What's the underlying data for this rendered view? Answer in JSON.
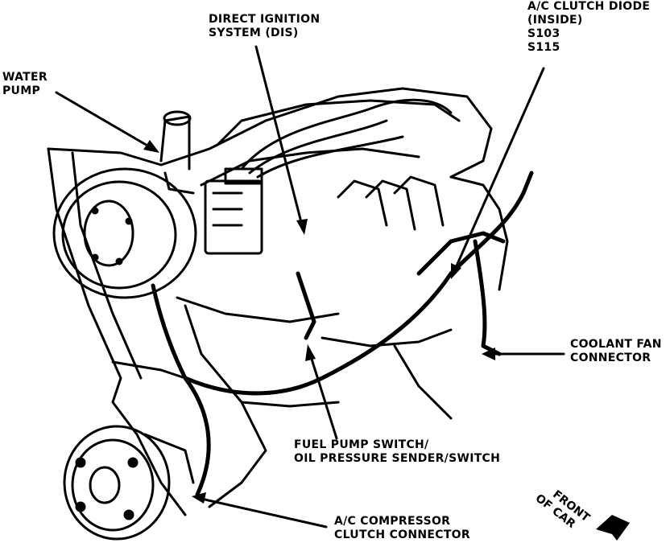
{
  "labels": {
    "dis": [
      "DIRECT IGNITION",
      "SYSTEM (DIS)"
    ],
    "ac_diode": [
      "A/C CLUTCH DIODE",
      "(INSIDE)",
      "S103",
      "S115"
    ],
    "water_pump": [
      "WATER",
      "PUMP"
    ],
    "coolant_fan": [
      "COOLANT FAN",
      "CONNECTOR"
    ],
    "fuel_pump": [
      "FUEL PUMP SWITCH/",
      "OIL PRESSURE SENDER/SWITCH"
    ],
    "ac_compressor": [
      "A/C COMPRESSOR",
      "CLUTCH CONNECTOR"
    ],
    "front_of_car": [
      "FRONT",
      "OF CAR"
    ]
  },
  "colors": {
    "ink": "#000000",
    "paper": "#ffffff"
  }
}
